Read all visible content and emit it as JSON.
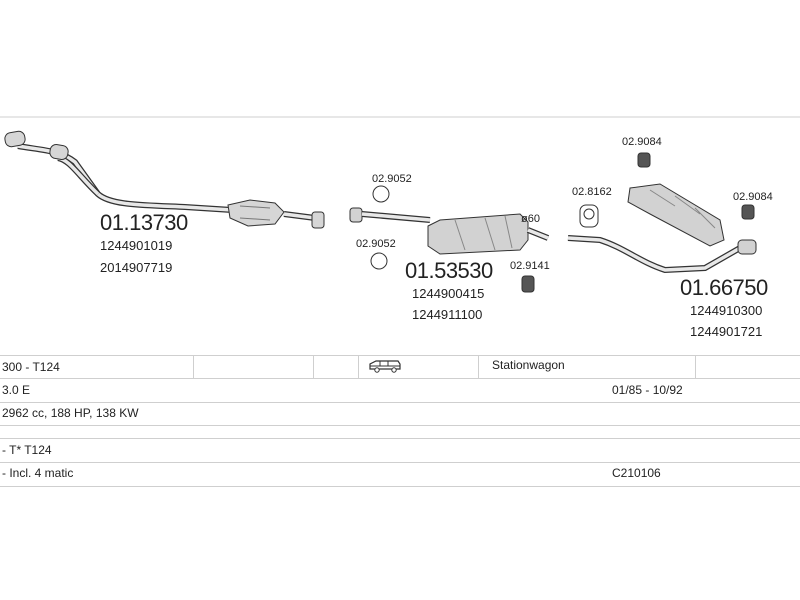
{
  "parts": {
    "front_pipe": {
      "number": "01.13730",
      "oem_1": "1244901019",
      "oem_2": "2014907719"
    },
    "center_silencer": {
      "number": "01.53530",
      "oem_1": "1244900415",
      "oem_2": "1244911100"
    },
    "rear_silencer": {
      "number": "01.66750",
      "oem_1": "1244910300",
      "oem_2": "1244901721"
    },
    "gasket_top": "02.9052",
    "gasket_bottom": "02.9052",
    "clamp": "02.9141",
    "diameter": "ø60",
    "rubber_mount": "02.8162",
    "hanger_top": "02.9084",
    "hanger_right": "02.9084"
  },
  "table": {
    "row1": {
      "model": "300 - T124",
      "body": "Stationwagon"
    },
    "row2": {
      "engine": "3.0 E",
      "years": "01/85 - 10/92"
    },
    "row3": {
      "spec": "2962 cc, 188 HP, 138 KW"
    },
    "row4": {
      "note": "- T* T124"
    },
    "row5": {
      "note": "- Incl. 4 matic",
      "code": "C210106"
    }
  },
  "icons": {
    "vehicle": "station-wagon-icon"
  }
}
